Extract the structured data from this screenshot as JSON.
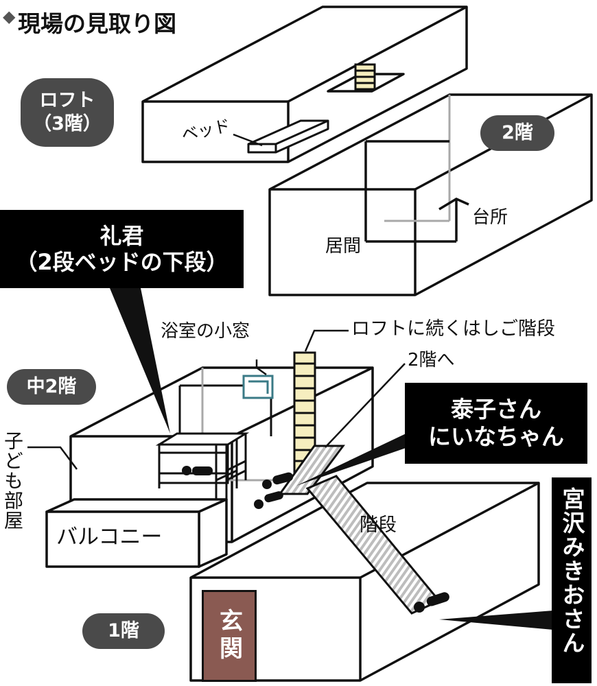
{
  "title": "現場の見取り図",
  "icon": "cube-icon",
  "floor_badges": {
    "loft": "ロフト\n（3階）",
    "second": "2階",
    "mid_second": "中2階",
    "first": "1階"
  },
  "labels": {
    "bed": "ベッド",
    "living": "居間",
    "kitchen": "台所",
    "bath_window": "浴室の小窓",
    "loft_ladder": "ロフトに続くはしご階段",
    "to_second": "2階へ",
    "kids_room": "子ども部屋",
    "balcony": "バルコニー",
    "stairs": "階段",
    "entrance": "玄関"
  },
  "callouts": {
    "rei": "礼君\n（2段ベッドの下段）",
    "yasuko": "泰子さん\nにいなちゃん",
    "mikio": "宮沢みきおさん"
  },
  "colors": {
    "badge": "#4a4a4a",
    "callout": "#000000",
    "ladder": "#f6eebf",
    "door": "#8a5a52",
    "hidden_lines": "#a8a8a8"
  }
}
